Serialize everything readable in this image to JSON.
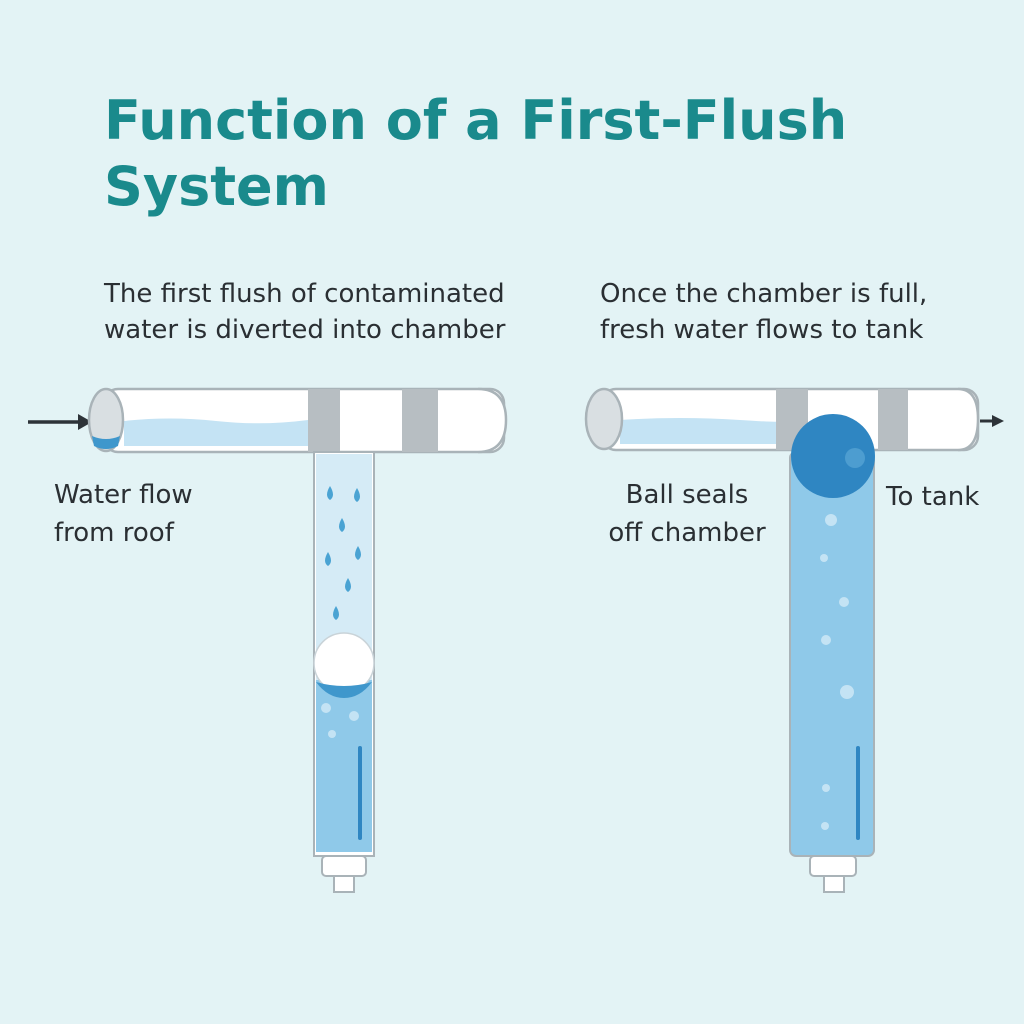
{
  "title": "Function of a First-Flush System",
  "panels": {
    "left": {
      "caption_line1": "The first flush of contaminated",
      "caption_line2": "water is diverted into chamber",
      "label_line1": "Water flow",
      "label_line2": "from roof"
    },
    "right": {
      "caption_line1": "Once the chamber is full,",
      "caption_line2": "fresh water flows to tank",
      "ball_label_line1": "Ball seals",
      "ball_label_line2": "off chamber",
      "tank_label": "To tank"
    }
  },
  "colors": {
    "background": "#e3f3f5",
    "title": "#1a8a8c",
    "pipe": "#ffffff",
    "pipe_outline": "#a9b3b8",
    "coupling": "#b7bec2",
    "water": "#8fc9e9",
    "water_light": "#c4e3f4",
    "drop": "#4aa3d3",
    "ball_blue": "#2f86c2",
    "arrow": "#2d3338"
  },
  "icons": {
    "inflow_arrow": "arrow-right-icon",
    "outflow_arrow": "arrow-right-icon",
    "floating_ball": "ball-icon"
  }
}
